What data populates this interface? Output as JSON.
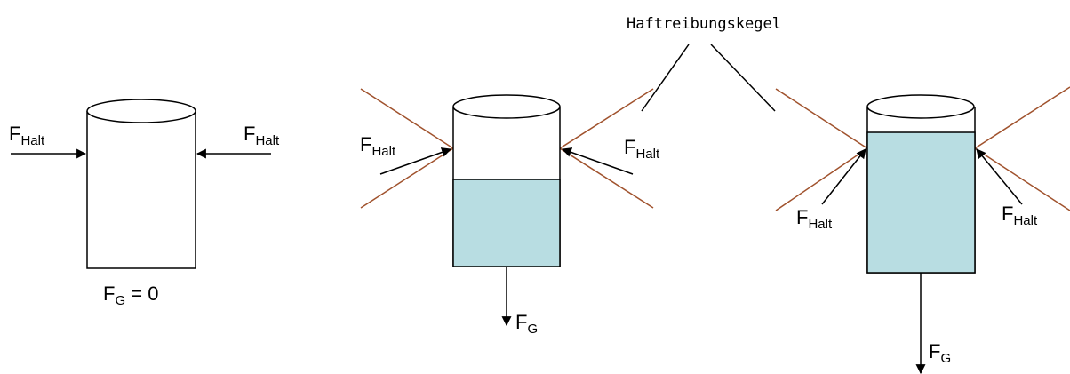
{
  "title": "Haftreibungskegel",
  "force_main": "F",
  "sub_halt": "Halt",
  "sub_g": "G",
  "eq_zero": " = 0",
  "colors": {
    "cone": "#a0522d",
    "liquid": "#b8dde2",
    "stroke": "#000000"
  }
}
